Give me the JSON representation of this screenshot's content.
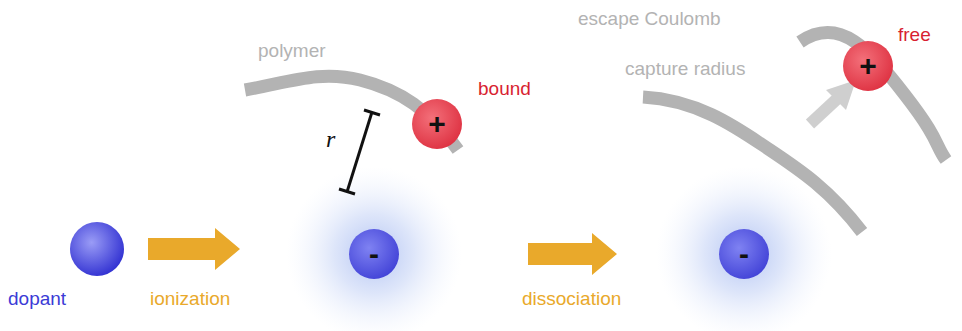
{
  "diagram": {
    "nodes": [
      {
        "text": [
          "-"
        ]
      },
      {
        "text": [
          "+"
        ]
      },
      {
        "text": [
          "-"
        ]
      },
      {
        "text": [
          "+"
        ]
      }
    ],
    "labels": [
      "dopant",
      "ionization",
      "polymer",
      "r",
      "bound",
      "dissociation",
      "escape Coulomb",
      "capture radius",
      "free"
    ]
  }
}
